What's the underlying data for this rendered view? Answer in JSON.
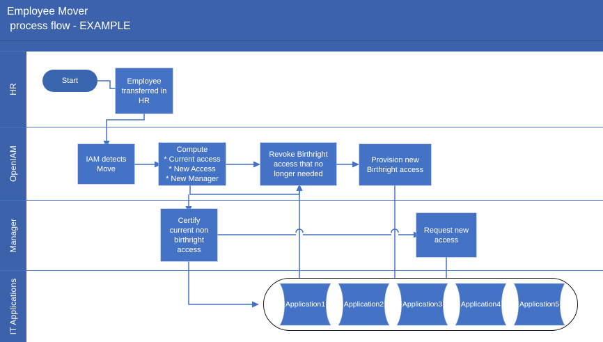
{
  "title": {
    "line1": "Employee Mover",
    "line2": " process flow - EXAMPLE"
  },
  "colors": {
    "header_blue": "#3C62AB",
    "node_blue": "#4472C4",
    "start_blue": "#3A66B0",
    "connector_blue": "#4472C4",
    "container_outline": "#1a1a1a",
    "text_white": "#ffffff",
    "canvas_white": "#ffffff"
  },
  "lanes": [
    {
      "id": "hr",
      "label": "HR"
    },
    {
      "id": "openiam",
      "label": "OpenIAM"
    },
    {
      "id": "manager",
      "label": "Manager"
    },
    {
      "id": "it",
      "label": "IT Applications"
    }
  ],
  "nodes": {
    "start": "Start",
    "employee_transferred": "Employee\ntransferred in\nHR",
    "iam_detects": "IAM detects\nMove",
    "compute": "Compute\n* Current access\n* New Access\n* New Manager",
    "revoke": "Revoke Birthright\naccess that no\nlonger needed",
    "provision": "Provision new\nBirthright access",
    "certify": "Certify\ncurrent non\nbirthright\naccess",
    "request": "Request new\naccess"
  },
  "applications": [
    {
      "label": "Application1"
    },
    {
      "label": "Application2"
    },
    {
      "label": "Application3"
    },
    {
      "label": "Application4"
    },
    {
      "label": "Application5"
    }
  ]
}
